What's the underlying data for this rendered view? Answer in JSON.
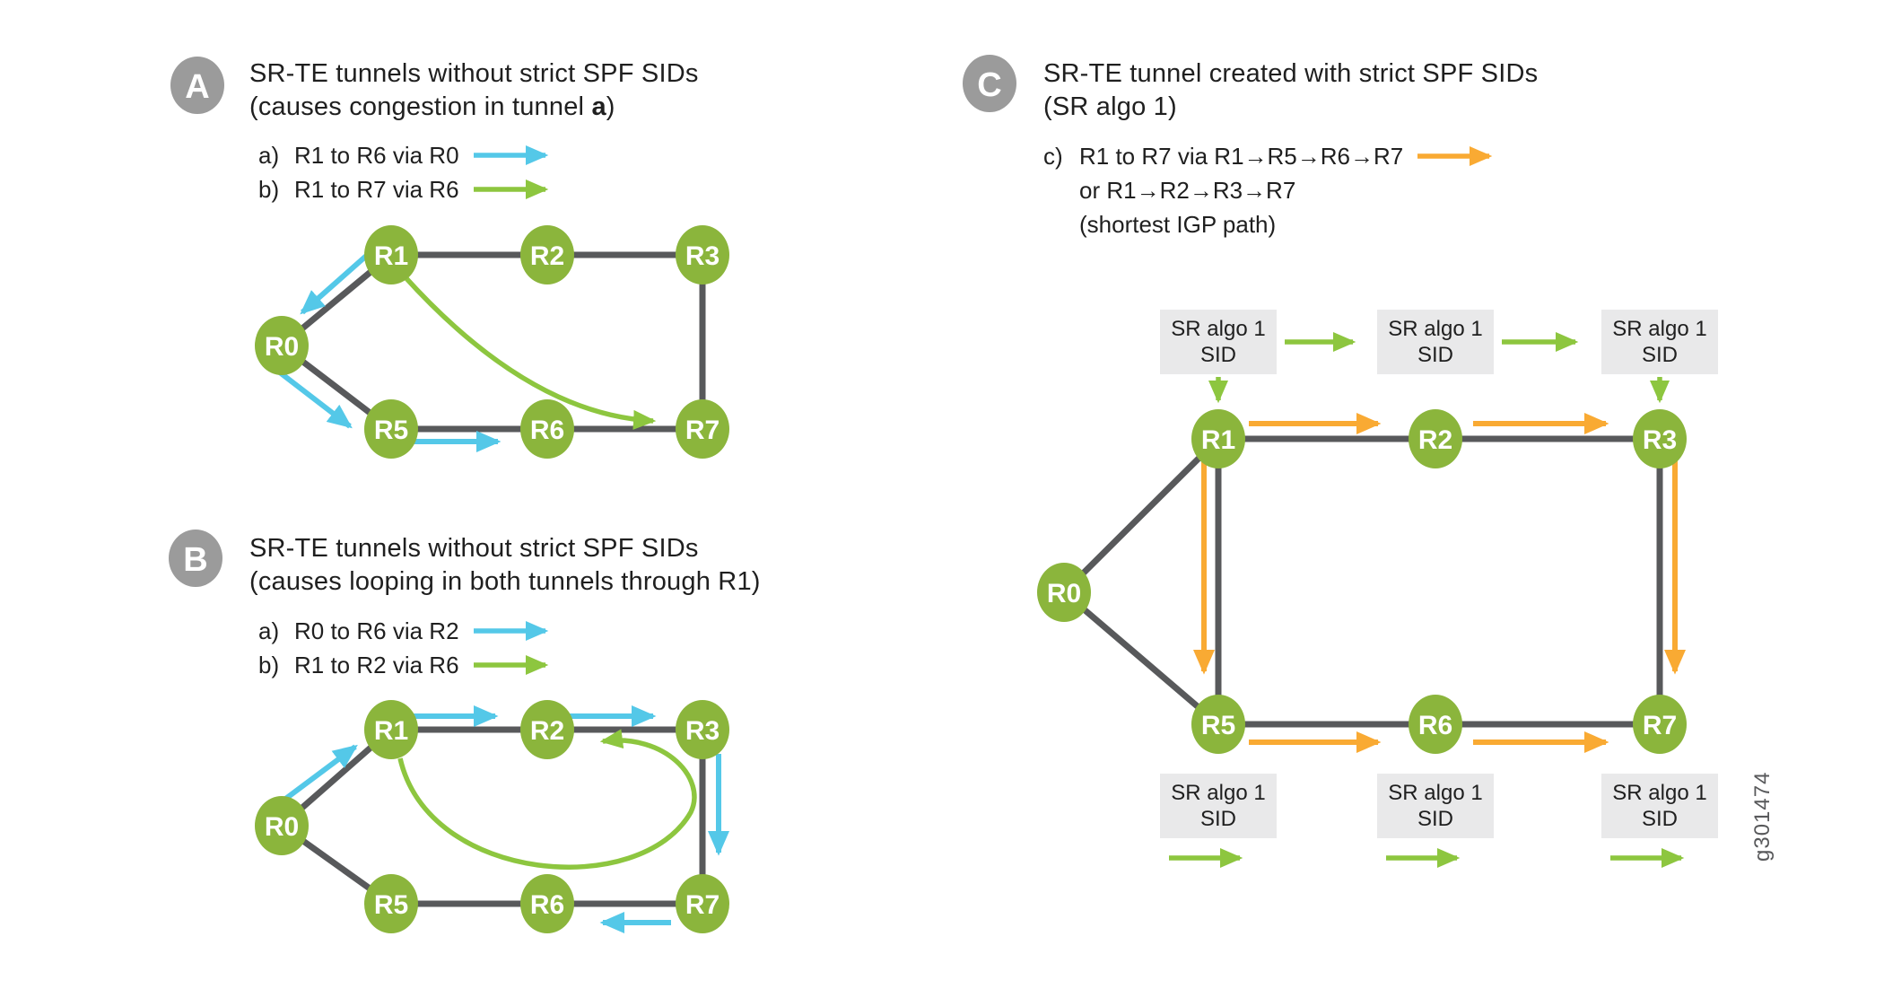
{
  "figure_id": "g301474",
  "colors": {
    "node_green": "#8bb53c",
    "arrow_green": "#8dc63f",
    "blue": "#54c8e8",
    "orange": "#f9aa33",
    "link_gray": "#58595b",
    "badge_gray": "#9b9b9b",
    "box_gray": "#e9e9ea",
    "figure_id_gray": "#58595b"
  },
  "panels": {
    "a": {
      "badge": "A",
      "title1": "SR-TE tunnels without strict SPF SIDs",
      "title2_pre": "(causes congestion in tunnel ",
      "title2_bold": "a",
      "title2_post": ")",
      "legend": [
        {
          "prefix": "a)",
          "text": "R1 to R6 via R0",
          "color": "#54c8e8"
        },
        {
          "prefix": "b)",
          "text": "R1 to R7 via R6",
          "color": "#8dc63f"
        }
      ],
      "nodes": [
        "R1",
        "R2",
        "R3",
        "R0",
        "R5",
        "R6",
        "R7"
      ]
    },
    "b": {
      "badge": "B",
      "title1": "SR-TE tunnels without strict SPF SIDs",
      "title2_pre": "(causes looping in both tunnels through R1)",
      "title2_bold": "",
      "title2_post": "",
      "legend": [
        {
          "prefix": "a)",
          "text": "R0 to R6 via R2",
          "color": "#54c8e8"
        },
        {
          "prefix": "b)",
          "text": "R1 to R2 via R6",
          "color": "#8dc63f"
        }
      ],
      "nodes": [
        "R1",
        "R2",
        "R3",
        "R0",
        "R5",
        "R6",
        "R7"
      ]
    },
    "c": {
      "badge": "C",
      "title1": "SR-TE tunnel created with strict SPF SIDs",
      "title2": "(SR algo 1)",
      "legend_prefix": "c)",
      "legend_line1": "R1 to R7 via R1→R5→R6→R7",
      "legend_line2": "or R1→R2→R3→R7",
      "legend_line3": "(shortest IGP path)",
      "legend_color": "#f9aa33",
      "nodes": [
        "R1",
        "R2",
        "R3",
        "R0",
        "R5",
        "R6",
        "R7"
      ],
      "sid_box": {
        "line1": "SR algo 1",
        "line2": "SID"
      }
    }
  }
}
